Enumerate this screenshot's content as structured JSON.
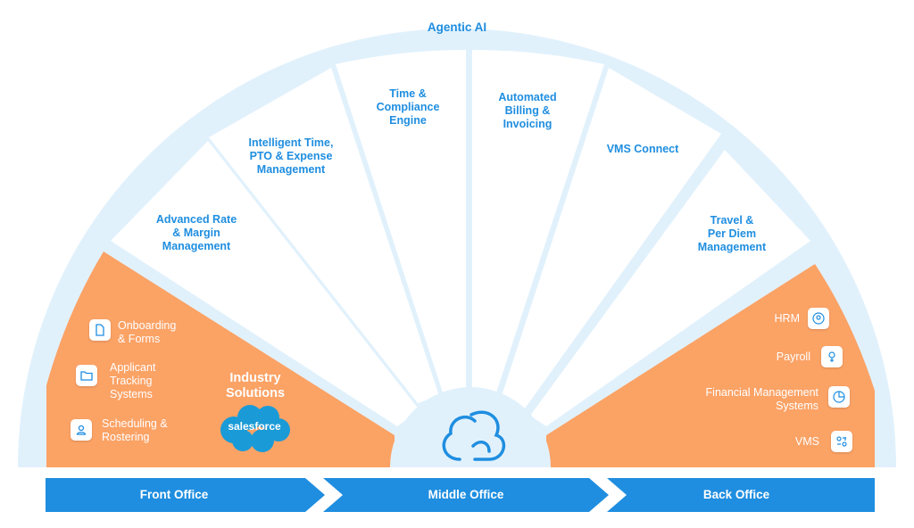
{
  "header": {
    "title": "Agentic AI"
  },
  "blades": [
    {
      "label": "Advanced Rate\n& Margin\nManagement"
    },
    {
      "label": "Intelligent Time,\nPTO & Expense\nManagement"
    },
    {
      "label": "Time &\nCompliance\nEngine"
    },
    {
      "label": "Automated\nBilling &\nInvoicing"
    },
    {
      "label": "VMS Connect"
    },
    {
      "label": "Travel  &\nPer Diem\nManagement"
    }
  ],
  "front_office": {
    "items": [
      {
        "label": "Onboarding\n& Forms",
        "icon": "document-icon"
      },
      {
        "label": "Applicant\nTracking\nSystems",
        "icon": "folder-icon"
      },
      {
        "label": "Scheduling &\nRostering",
        "icon": "user-icon"
      }
    ],
    "industry_label": "Industry\nSolutions",
    "partner_logo": "salesforce"
  },
  "back_office": {
    "items": [
      {
        "label": "HRM",
        "icon": "hrm-icon"
      },
      {
        "label": "Payroll",
        "icon": "payroll-icon"
      },
      {
        "label": "Financial Management\nSystems",
        "icon": "pie-chart-icon"
      },
      {
        "label": "VMS",
        "icon": "vms-icon"
      }
    ]
  },
  "bottom_bar": {
    "segments": [
      {
        "label": "Front Office"
      },
      {
        "label": "Middle Office"
      },
      {
        "label": "Back Office"
      }
    ]
  },
  "colors": {
    "accent_blue": "#1f8ee0",
    "light_blue": "#e1f1fc",
    "orange": "#fba265",
    "white": "#ffffff"
  }
}
